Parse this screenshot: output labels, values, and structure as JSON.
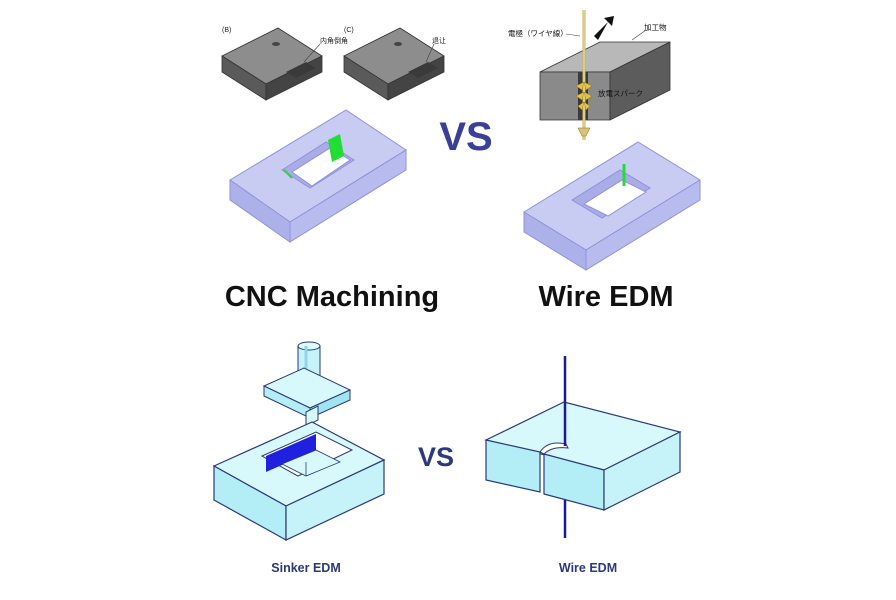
{
  "panels": {
    "cnc_labels": {
      "b": "(B)",
      "c": "(C)",
      "inner_corner": "内角倒角",
      "relief": "退让"
    },
    "edm_labels": {
      "electrode": "電極（ワイヤ線）",
      "workpiece": "加工物",
      "spark": "放電スパーク"
    },
    "vs_top": "VS",
    "vs_bottom": "VS"
  },
  "headings": {
    "cnc": "CNC Machining",
    "wire_edm_top": "Wire EDM"
  },
  "captions": {
    "sinker_edm": "Sinker EDM",
    "wire_edm_bottom": "Wire EDM"
  },
  "colors": {
    "gray_top": "#8d8d8d",
    "gray_side": "#4a4a4a",
    "lavender_top": "#c8cbf2",
    "lavender_side": "#adb1ea",
    "lavender_edge": "#8f93d8",
    "highlight_green": "#22dd33",
    "cyan_top": "#d8f9fb",
    "cyan_side": "#b3eef7",
    "cyan_edge": "#2a3a7a",
    "vs_blue": "#3a3f9a",
    "blue_fill": "#2020e0",
    "wire_blue": "#1a1aa0",
    "caption_blue": "#2a3a7a",
    "electrode_gold": "#c9b25a"
  }
}
